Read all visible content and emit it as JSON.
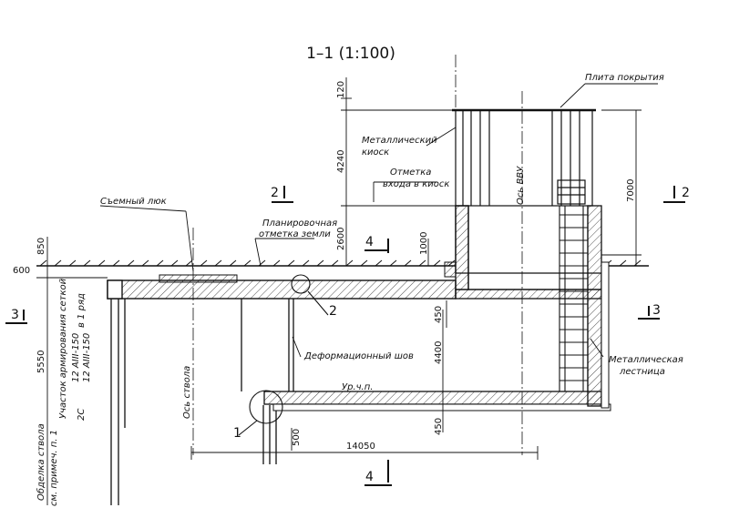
{
  "title": "1–1 (1:100)",
  "labels": {
    "roof_slab": "Плита покрытия",
    "kiosk_1": "Металлический",
    "kiosk_2": "киоск",
    "entry_1": "Отметка",
    "entry_2": "входа в киоск",
    "hatch": "Съемный люк",
    "ground_1": "Планировочная",
    "ground_2": "отметка земли",
    "shaft_axis": "Ось ствола",
    "vvu_axis": "Ось ВВУ",
    "joint": "Деформационный шов",
    "stair_1": "Металлическая",
    "stair_2": "лестница",
    "floor_level": "Ур.ч.п.",
    "rebar_1": "Участок армирования сеткой",
    "rebar_2": "12 АIII-150",
    "rebar_3": "12 АIII-150",
    "rebar_4": "2С",
    "rebar_5": "в 1 ряд",
    "lining_1": "Обделка ствола",
    "lining_2": "см. примеч. п. 1"
  },
  "dims": {
    "d120": "120",
    "d4240": "4240",
    "d2600": "2600",
    "d1000": "1000",
    "d7000": "7000",
    "d850": "850",
    "d600": "600",
    "d5550": "5550",
    "d450a": "450",
    "d4400": "4400",
    "d450b": "450",
    "d500": "500",
    "d14050": "14050"
  },
  "sections": {
    "s2l": "2",
    "s2r": "2",
    "s3l": "3",
    "s3r": "3",
    "s4t": "4",
    "s4b": "4"
  },
  "callouts": {
    "c1": "1",
    "c2": "2"
  }
}
